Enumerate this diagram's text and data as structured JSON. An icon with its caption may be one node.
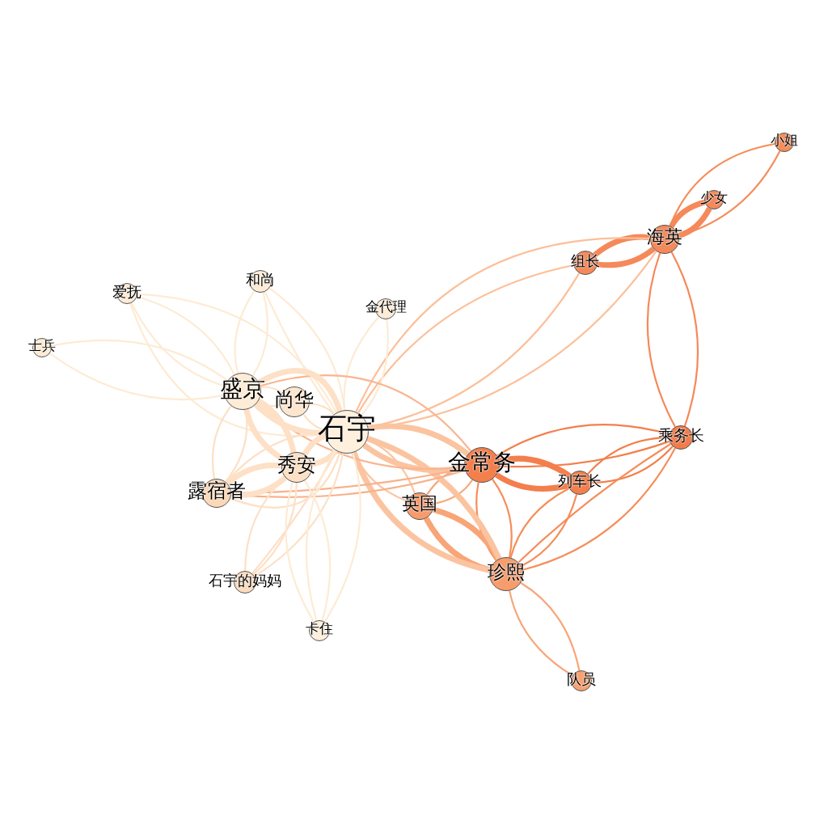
{
  "diagram": {
    "nodes": [
      {
        "text": [
          "小姐"
        ]
      },
      {
        "text": [
          "少女"
        ]
      },
      {
        "text": [
          "海英"
        ]
      },
      {
        "text": [
          "组长"
        ]
      },
      {
        "text": [
          "和尚"
        ]
      },
      {
        "text": [
          "爱抚"
        ]
      },
      {
        "text": [
          "金代理"
        ]
      },
      {
        "text": [
          "士兵"
        ]
      },
      {
        "text": [
          "盛京"
        ]
      },
      {
        "text": [
          "尚华"
        ]
      },
      {
        "text": [
          "石宇"
        ]
      },
      {
        "text": [
          "乘务长"
        ]
      },
      {
        "text": [
          "金常务"
        ]
      },
      {
        "text": [
          "秀安"
        ]
      },
      {
        "text": [
          "列车长"
        ]
      },
      {
        "text": [
          "露宿者"
        ]
      },
      {
        "text": [
          "英国"
        ]
      },
      {
        "text": [
          "珍熙"
        ]
      },
      {
        "text": [
          "石宇的妈妈"
        ]
      },
      {
        "text": [
          "卡住"
        ]
      },
      {
        "text": [
          "队员"
        ]
      }
    ],
    "edges": [
      {
        "from": 0,
        "to": 2,
        "arrow": "none",
        "color": "#f58d5a"
      },
      {
        "from": 2,
        "to": 0,
        "arrow": "none",
        "color": "#f58d5a"
      },
      {
        "from": 1,
        "to": 2,
        "arrow": "none",
        "color": "#f5895a",
        "style": "thick"
      },
      {
        "from": 2,
        "to": 1,
        "arrow": "none",
        "color": "#f5895a",
        "style": "thick"
      },
      {
        "from": 2,
        "to": 3,
        "arrow": "none",
        "color": "#f5895a",
        "style": "thick"
      },
      {
        "from": 3,
        "to": 2,
        "arrow": "none",
        "color": "#f5895a",
        "style": "thick"
      },
      {
        "from": 2,
        "to": 10,
        "arrow": "none",
        "color": "#fcbf99"
      },
      {
        "from": 10,
        "to": 2,
        "arrow": "none",
        "color": "#fcbf99"
      },
      {
        "from": 3,
        "to": 10,
        "arrow": "none",
        "color": "#fcbf99"
      },
      {
        "from": 10,
        "to": 3,
        "arrow": "none",
        "color": "#fcbf99"
      },
      {
        "from": 2,
        "to": 11,
        "arrow": "none",
        "color": "#f5895a"
      },
      {
        "from": 11,
        "to": 2,
        "arrow": "none",
        "color": "#f5895a"
      },
      {
        "from": 6,
        "to": 10,
        "arrow": "none",
        "color": "#fdebd4"
      },
      {
        "from": 10,
        "to": 6,
        "arrow": "none",
        "color": "#fdebd4"
      },
      {
        "from": 4,
        "to": 10,
        "arrow": "none",
        "color": "#fdebd4"
      },
      {
        "from": 10,
        "to": 4,
        "arrow": "none",
        "color": "#fdebd4"
      },
      {
        "from": 4,
        "to": 8,
        "arrow": "none",
        "color": "#fdebd4"
      },
      {
        "from": 8,
        "to": 4,
        "arrow": "none",
        "color": "#fdebd4"
      },
      {
        "from": 5,
        "to": 8,
        "arrow": "none",
        "color": "#fdebd4"
      },
      {
        "from": 8,
        "to": 5,
        "arrow": "none",
        "color": "#fdebd4"
      },
      {
        "from": 5,
        "to": 10,
        "arrow": "none",
        "color": "#fdebd4"
      },
      {
        "from": 10,
        "to": 5,
        "arrow": "none",
        "color": "#fdebd4"
      },
      {
        "from": 7,
        "to": 8,
        "arrow": "none",
        "color": "#fdebd4"
      },
      {
        "from": 8,
        "to": 7,
        "arrow": "none",
        "color": "#fdebd4"
      },
      {
        "from": 11,
        "to": 12,
        "arrow": "none",
        "color": "#f37f4c"
      },
      {
        "from": 12,
        "to": 11,
        "arrow": "none",
        "color": "#f37f4c"
      },
      {
        "from": 12,
        "to": 14,
        "arrow": "none",
        "color": "#f37f4c",
        "style": "thick"
      },
      {
        "from": 14,
        "to": 12,
        "arrow": "none",
        "color": "#f37f4c",
        "style": "thick"
      },
      {
        "from": 11,
        "to": 14,
        "arrow": "none",
        "color": "#f37f4c"
      },
      {
        "from": 14,
        "to": 11,
        "arrow": "none",
        "color": "#f37f4c"
      },
      {
        "from": 11,
        "to": 17,
        "arrow": "none",
        "color": "#f58d5a"
      },
      {
        "from": 17,
        "to": 11,
        "arrow": "none",
        "color": "#f58d5a"
      },
      {
        "from": 14,
        "to": 17,
        "arrow": "none",
        "color": "#f58d5a"
      },
      {
        "from": 17,
        "to": 14,
        "arrow": "none",
        "color": "#f58d5a"
      },
      {
        "from": 12,
        "to": 17,
        "arrow": "none",
        "color": "#f58d5a"
      },
      {
        "from": 17,
        "to": 12,
        "arrow": "none",
        "color": "#f58d5a"
      },
      {
        "from": 16,
        "to": 17,
        "arrow": "none",
        "color": "#f8a577",
        "style": "thick"
      },
      {
        "from": 17,
        "to": 16,
        "arrow": "none",
        "color": "#f8a577",
        "style": "thick"
      },
      {
        "from": 12,
        "to": 16,
        "arrow": "none",
        "color": "#f8a577"
      },
      {
        "from": 16,
        "to": 12,
        "arrow": "none",
        "color": "#f8a577"
      },
      {
        "from": 17,
        "to": 20,
        "arrow": "none",
        "color": "#f8a577"
      },
      {
        "from": 20,
        "to": 17,
        "arrow": "none",
        "color": "#f8a577"
      },
      {
        "from": 10,
        "to": 12,
        "arrow": "none",
        "color": "#fbc4a0",
        "style": "thick"
      },
      {
        "from": 12,
        "to": 10,
        "arrow": "none",
        "color": "#fbc4a0",
        "style": "thick"
      },
      {
        "from": 10,
        "to": 16,
        "arrow": "none",
        "color": "#fbc4a0"
      },
      {
        "from": 16,
        "to": 10,
        "arrow": "none",
        "color": "#fbc4a0"
      },
      {
        "from": 10,
        "to": 17,
        "arrow": "none",
        "color": "#fbc4a0",
        "style": "thick"
      },
      {
        "from": 17,
        "to": 10,
        "arrow": "none",
        "color": "#fbc4a0",
        "style": "thick"
      },
      {
        "from": 15,
        "to": 12,
        "arrow": "none",
        "color": "#f8b08a"
      },
      {
        "from": 12,
        "to": 15,
        "arrow": "none",
        "color": "#f8b08a"
      },
      {
        "from": 8,
        "to": 12,
        "arrow": "none",
        "color": "#f9b590"
      },
      {
        "from": 12,
        "to": 8,
        "arrow": "none",
        "color": "#f9b590"
      },
      {
        "from": 10,
        "to": 13,
        "arrow": "none",
        "color": "#fde0c5",
        "style": "thick"
      },
      {
        "from": 13,
        "to": 10,
        "arrow": "none",
        "color": "#fde0c5",
        "style": "thick"
      },
      {
        "from": 8,
        "to": 13,
        "arrow": "none",
        "color": "#fde0c5",
        "style": "thick"
      },
      {
        "from": 13,
        "to": 8,
        "arrow": "none",
        "color": "#fde0c5",
        "style": "thick"
      },
      {
        "from": 13,
        "to": 15,
        "arrow": "none",
        "color": "#fde0c5",
        "style": "thick"
      },
      {
        "from": 15,
        "to": 13,
        "arrow": "none",
        "color": "#fde0c5",
        "style": "thick"
      },
      {
        "from": 10,
        "to": 15,
        "arrow": "none",
        "color": "#fde0c5"
      },
      {
        "from": 15,
        "to": 10,
        "arrow": "none",
        "color": "#fde0c5"
      },
      {
        "from": 8,
        "to": 15,
        "arrow": "none",
        "color": "#fde0c5"
      },
      {
        "from": 15,
        "to": 8,
        "arrow": "none",
        "color": "#fde0c5"
      },
      {
        "from": 13,
        "to": 18,
        "arrow": "none",
        "color": "#fde0c5"
      },
      {
        "from": 18,
        "to": 13,
        "arrow": "none",
        "color": "#fde0c5"
      },
      {
        "from": 10,
        "to": 18,
        "arrow": "none",
        "color": "#fde0c5"
      },
      {
        "from": 18,
        "to": 10,
        "arrow": "none",
        "color": "#fde0c5"
      },
      {
        "from": 10,
        "to": 19,
        "arrow": "none",
        "color": "#fdebd4"
      },
      {
        "from": 19,
        "to": 10,
        "arrow": "none",
        "color": "#fdebd4"
      },
      {
        "from": 13,
        "to": 19,
        "arrow": "none",
        "color": "#fdebd4"
      },
      {
        "from": 19,
        "to": 13,
        "arrow": "none",
        "color": "#fdebd4"
      },
      {
        "from": 9,
        "to": 10,
        "arrow": "none",
        "color": "#fde0c5"
      },
      {
        "from": 10,
        "to": 9,
        "arrow": "none",
        "color": "#fde0c5"
      },
      {
        "from": 8,
        "to": 9,
        "arrow": "none",
        "color": "#fde0c5"
      },
      {
        "from": 9,
        "to": 8,
        "arrow": "none",
        "color": "#fde0c5"
      },
      {
        "from": 8,
        "to": 10,
        "arrow": "none",
        "color": "#fde0c5",
        "style": "thick"
      },
      {
        "from": 10,
        "to": 8,
        "arrow": "none",
        "color": "#fde0c5",
        "style": "thick"
      }
    ]
  }
}
